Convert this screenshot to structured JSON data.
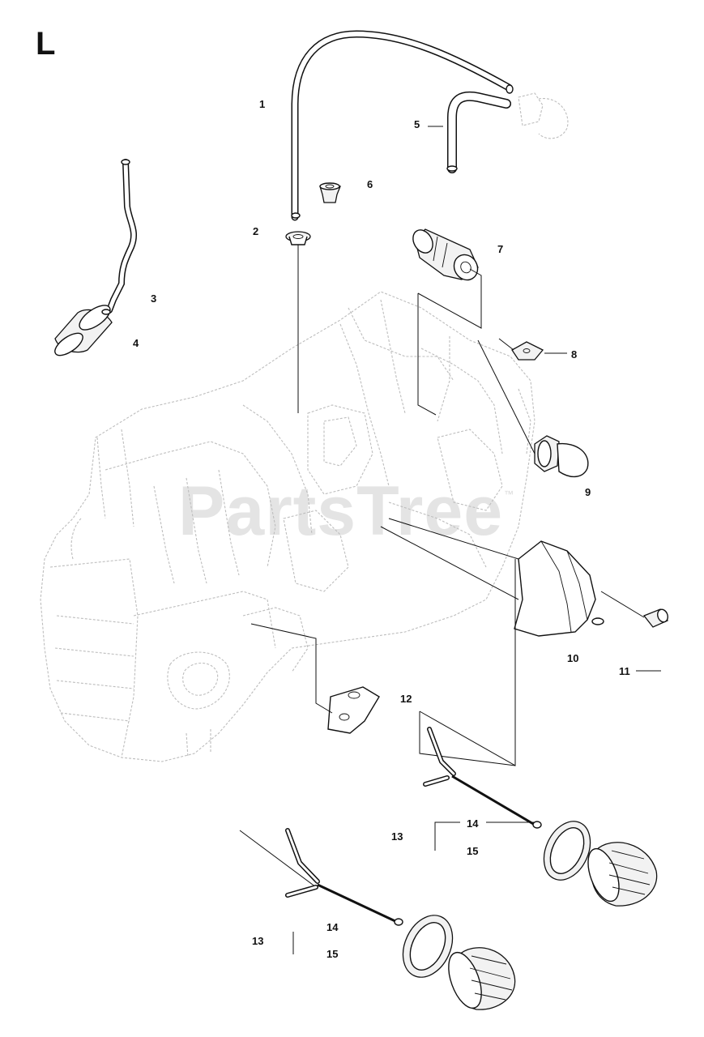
{
  "section_letter": "L",
  "watermark": {
    "text": "PartsTree",
    "mark": "™"
  },
  "callouts": {
    "c1": "1",
    "c2": "2",
    "c3": "3",
    "c4": "4",
    "c5": "5",
    "c6": "6",
    "c7": "7",
    "c8": "8",
    "c9": "9",
    "c10": "10",
    "c11": "11",
    "c12": "12",
    "c13a": "13",
    "c14a": "14",
    "c15a": "15",
    "c13b": "13",
    "c14b": "14",
    "c15b": "15"
  }
}
